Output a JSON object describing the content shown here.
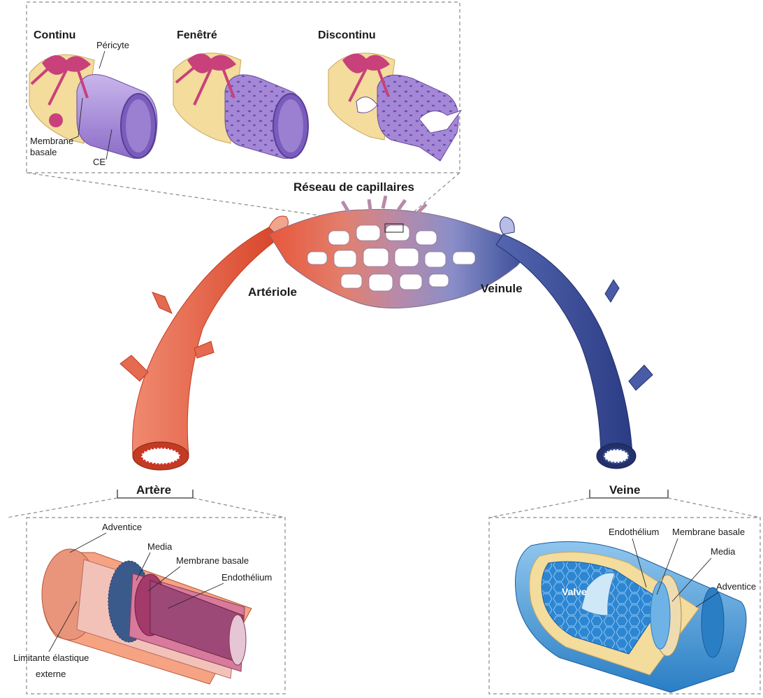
{
  "top_panel": {
    "types": {
      "continu": "Continu",
      "fenetre": "Fenêtré",
      "discontinu": "Discontinu"
    },
    "labels": {
      "pericyte": "Péricyte",
      "membrane_basale_l1": "Membrane",
      "membrane_basale_l2": "basale",
      "ce": "CE"
    }
  },
  "network": {
    "title": "Réseau de capillaires",
    "arteriole": "Artériole",
    "veinule": "Veinule"
  },
  "artery": {
    "title": "Artère",
    "labels": {
      "adventice": "Adventice",
      "media": "Media",
      "membrane_basale": "Membrane basale",
      "endothelium": "Endothélium",
      "limitante_l1": "Limitante élastique",
      "limitante_l2": "externe"
    }
  },
  "vein": {
    "title": "Veine",
    "labels": {
      "endothelium": "Endothélium",
      "membrane_basale": "Membrane basale",
      "media": "Media",
      "adventice": "Adventice",
      "valve": "Valve"
    }
  },
  "colors": {
    "artery_red": "#e8563a",
    "vein_blue": "#3a4f9a",
    "capillary_mauve": "#b98aa8",
    "pericyte_pink": "#c8417a",
    "membrane_yellow": "#f3dc9c",
    "endothelium_purple": "#9b7fd0"
  }
}
